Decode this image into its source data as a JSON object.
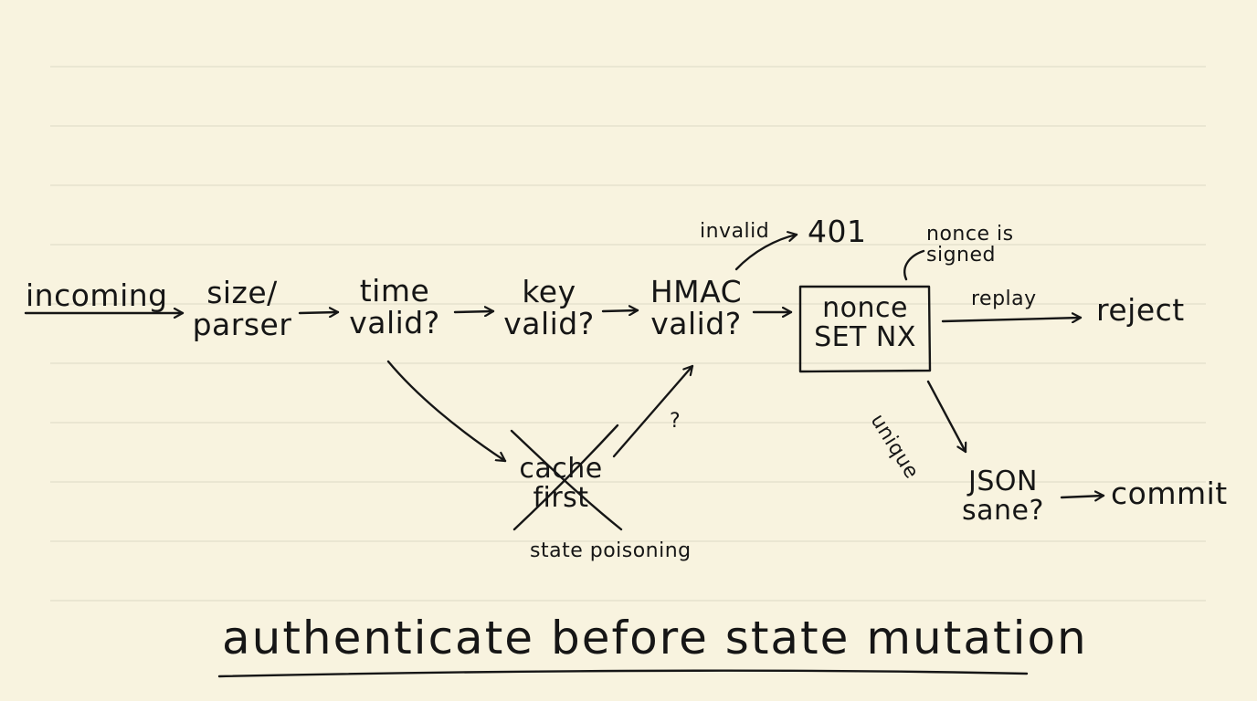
{
  "nodes": {
    "incoming": "incoming",
    "size_parser": [
      "size/",
      "parser"
    ],
    "time_valid": [
      "time",
      "valid?"
    ],
    "key_valid": [
      "key",
      "valid?"
    ],
    "hmac_valid": [
      "HMAC",
      "valid?"
    ],
    "nonce_set_nx": [
      "nonce",
      "SET NX"
    ],
    "reject": "reject",
    "code_401": "401",
    "json_sane": [
      "JSON",
      "sane?"
    ],
    "commit": "commit",
    "cache_first": [
      "cache",
      "first"
    ]
  },
  "edge_labels": {
    "invalid": "invalid",
    "replay": "replay",
    "unique": "unique",
    "question": "?",
    "state_poisoning": "state poisoning"
  },
  "annotations": {
    "nonce_note": [
      "nonce is",
      "signed"
    ]
  },
  "title": "authenticate before state mutation",
  "colors": {
    "ink": "#161616",
    "paper": "#f8f3df",
    "rule": "#e6e1cd"
  }
}
